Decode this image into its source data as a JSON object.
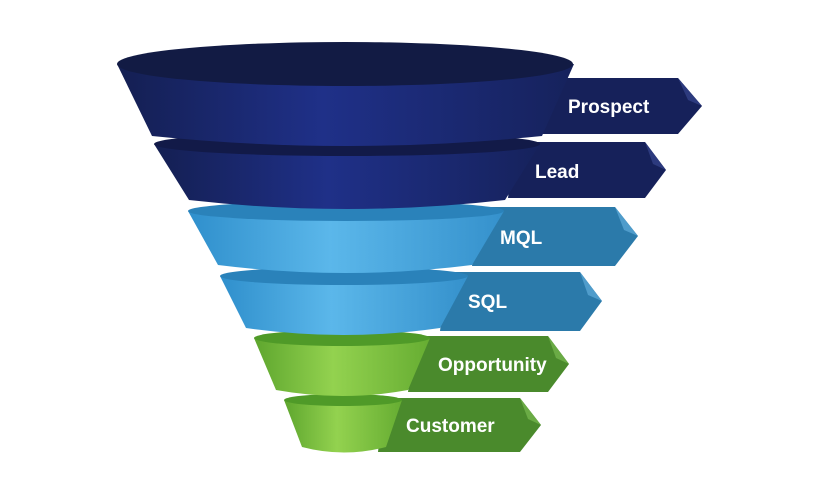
{
  "funnel": {
    "stages": [
      {
        "label": "Prospect",
        "color": "#1b2a6b",
        "tab_color": "#15215a"
      },
      {
        "label": "Lead",
        "color": "#1b2a6b",
        "tab_color": "#15215a"
      },
      {
        "label": "MQL",
        "color": "#3fa0da",
        "tab_color": "#2f7fb0"
      },
      {
        "label": "SQL",
        "color": "#3fa0da",
        "tab_color": "#2f7fb0"
      },
      {
        "label": "Opportunity",
        "color": "#7dc242",
        "tab_color": "#4d8a2d"
      },
      {
        "label": "Customer",
        "color": "#7dc242",
        "tab_color": "#4d8a2d"
      }
    ]
  }
}
